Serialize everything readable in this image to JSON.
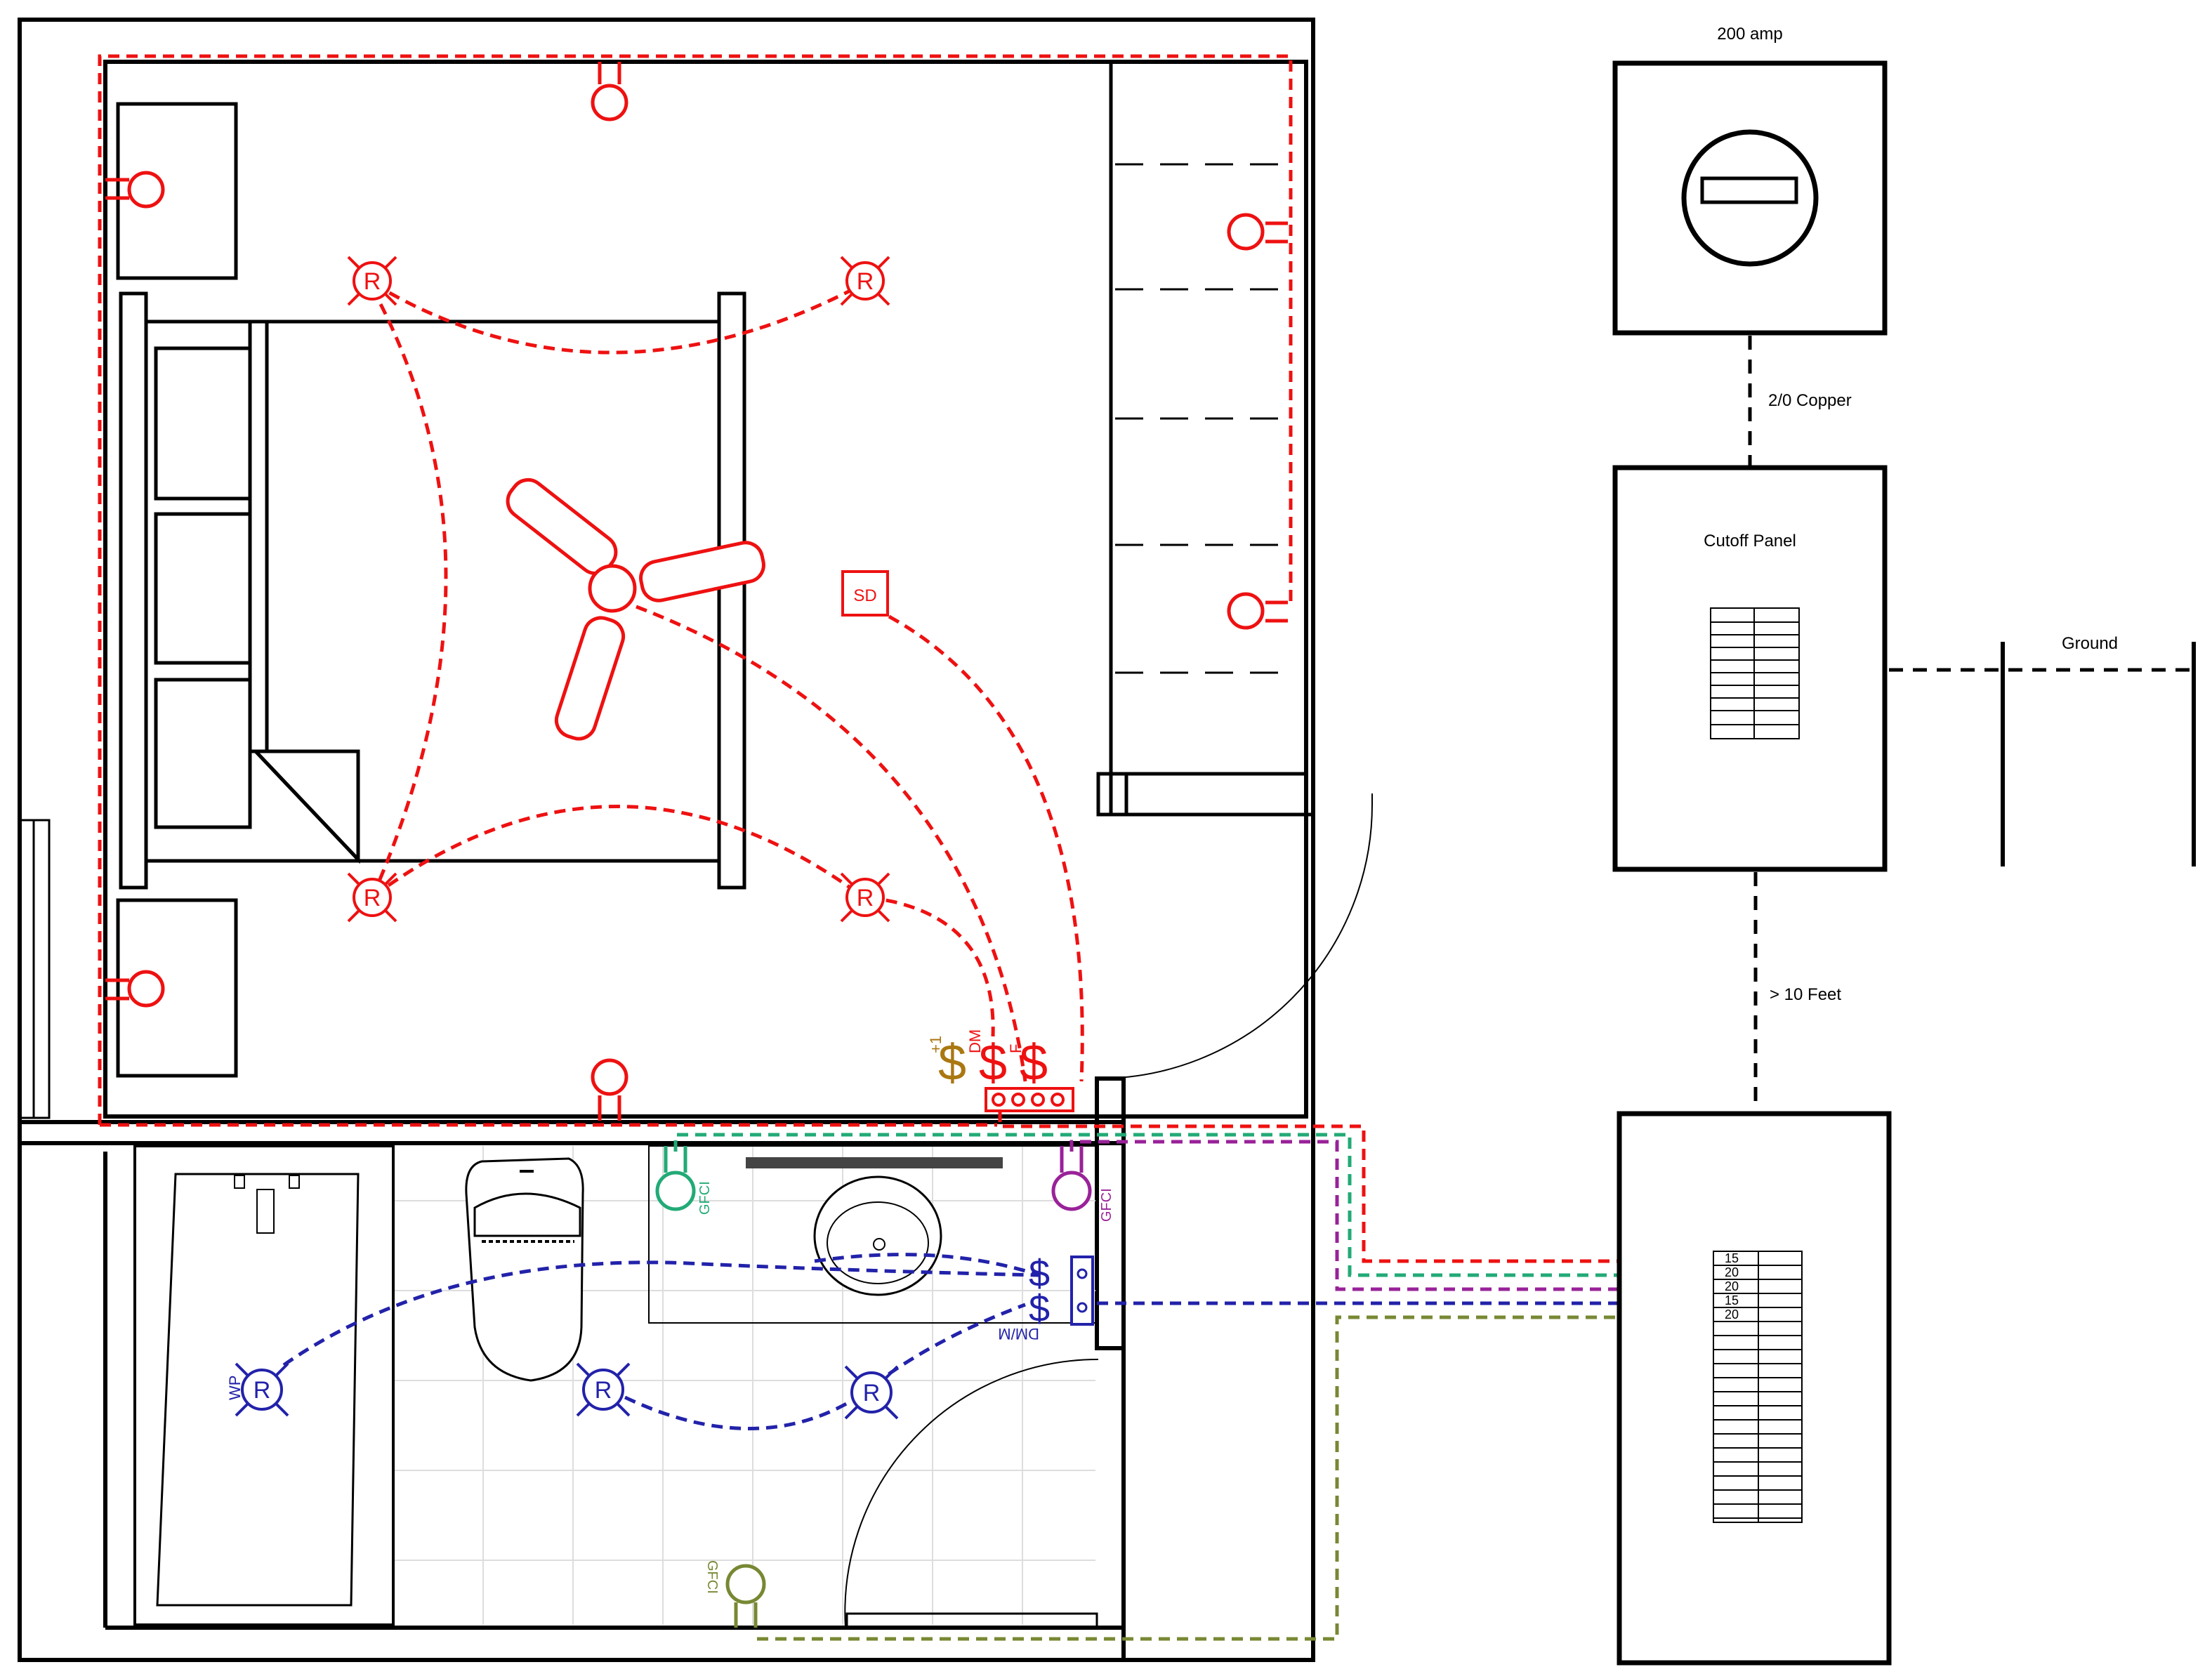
{
  "colors": {
    "wall": "#000000",
    "bedroom_circuit": "#ee1111",
    "bath_light_circuit": "#2222aa",
    "gfci_green": "#22aa77",
    "gfci_purple": "#992299",
    "gfci_olive": "#778833",
    "switch_gold": "#aa7711",
    "tile": "#dddddd"
  },
  "service": {
    "meter_label": "200 amp",
    "feeder_label": "2/0 Copper",
    "cutoff_label": "Cutoff Panel",
    "ground_label": "Ground",
    "distance_label": "> 10 Feet"
  },
  "breakers": [
    "15",
    "20",
    "20",
    "15",
    "20"
  ],
  "bedroom": {
    "recessed_light_label": "R",
    "smoke_detector_label": "SD",
    "switch_symbol": "$",
    "switch_labels": [
      "+1",
      "DM",
      "F"
    ]
  },
  "bathroom": {
    "recessed_light_label": "R",
    "waterproof_label": "WP",
    "switch_symbol": "$",
    "switch_label": "DM/M",
    "gfci_label": "GFCI"
  }
}
